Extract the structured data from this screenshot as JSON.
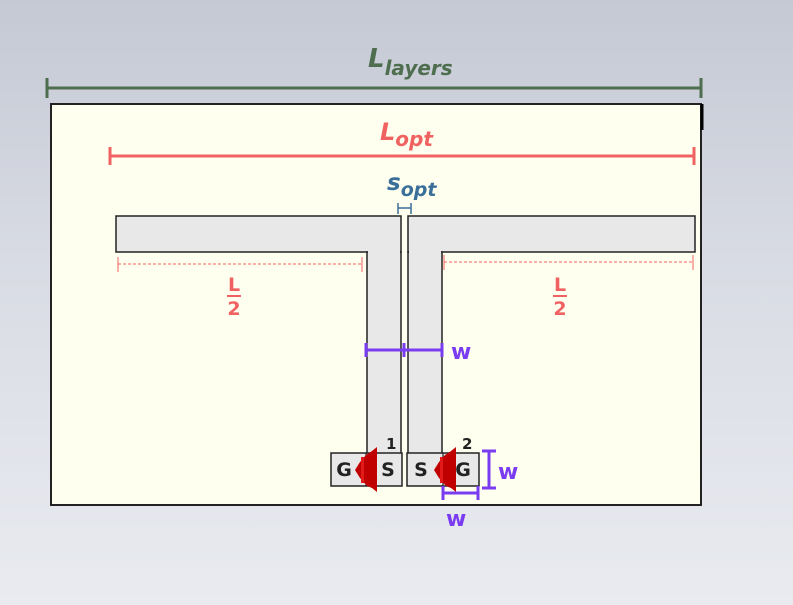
{
  "labels": {
    "l_layers_main": "L",
    "l_layers_sub": "layers",
    "l_opt_main": "L",
    "l_opt_sub": "opt",
    "s_opt_main": "s",
    "s_opt_sub": "opt",
    "half_left_num": "L",
    "half_left_den": "2",
    "half_right_num": "L",
    "half_right_den": "2",
    "width_mid": "w",
    "width_port_side": "w",
    "width_port_bottom": "w"
  },
  "ports": {
    "port1": {
      "number": "1",
      "pads": [
        "G",
        "S"
      ]
    },
    "port2": {
      "number": "2",
      "pads": [
        "S",
        "G"
      ]
    }
  },
  "colors": {
    "layers_dim": "#4e6e4f",
    "opt_dim": "#f06262",
    "spacing_dim": "#3a6f99",
    "width_dim": "#7a3cf0",
    "substrate": "#fffff0",
    "metal": "#e8e8e8",
    "port_arrow": "#c00000"
  }
}
